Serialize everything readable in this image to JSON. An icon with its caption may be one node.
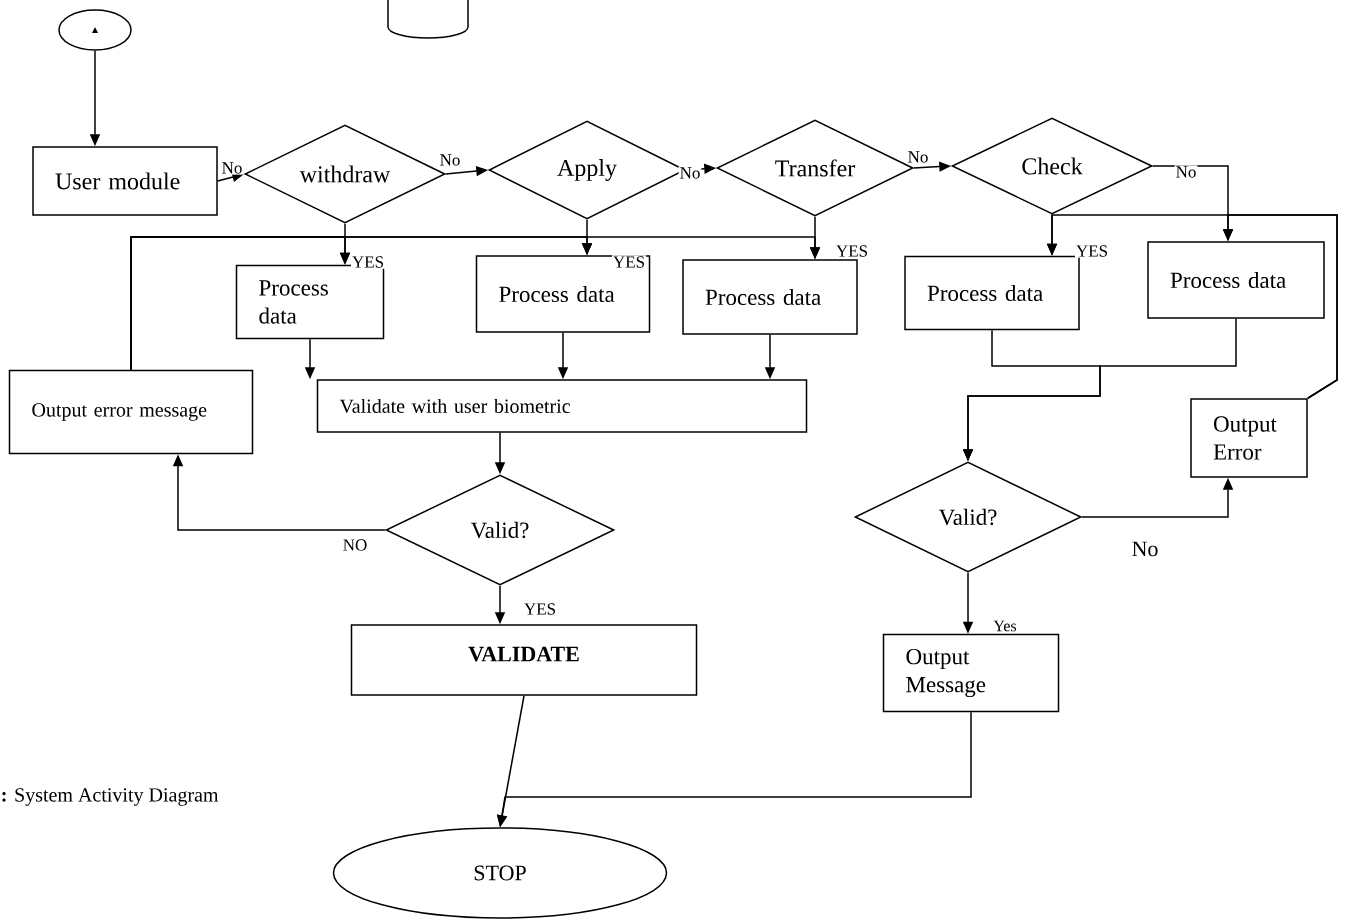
{
  "diagram": {
    "caption": "**:** System Activity Diagram",
    "nodes": [
      {
        "text": [],
        "shape": "circle"
      },
      {
        "text": [],
        "shape": "cylinder"
      },
      {
        "text": [
          "User module"
        ]
      },
      {
        "text": [
          "withdraw"
        ]
      },
      {
        "text": [
          "Apply"
        ]
      },
      {
        "text": [
          "Transfer"
        ]
      },
      {
        "text": [
          "Check"
        ]
      },
      {
        "text": [
          "Process data"
        ]
      },
      {
        "text": [
          "Process data"
        ]
      },
      {
        "text": [
          "Process data"
        ]
      },
      {
        "text": [
          "Process data"
        ]
      },
      {
        "text": [
          "Process data"
        ]
      },
      {
        "text": [
          "Output error message"
        ]
      },
      {
        "text": [
          "Validate with user biometric"
        ]
      },
      {
        "text": [
          "Valid?"
        ]
      },
      {
        "text": [
          "VALIDATE"
        ]
      },
      {
        "text": [
          "STOP"
        ]
      },
      {
        "text": [
          "Valid?"
        ]
      },
      {
        "text": [
          "Output Error"
        ]
      },
      {
        "text": [
          "Output Message"
        ]
      }
    ],
    "edges": [
      {
        "from": 0,
        "to": 2,
        "arrow": "to"
      },
      {
        "from": 2,
        "to": 3,
        "arrow": "to",
        "label": "No"
      },
      {
        "from": 3,
        "to": 4,
        "arrow": "to",
        "label": "No"
      },
      {
        "from": 4,
        "to": 5,
        "arrow": "to",
        "label": "No"
      },
      {
        "from": 5,
        "to": 6,
        "arrow": "to",
        "label": "No"
      },
      {
        "from": 6,
        "to": 11,
        "arrow": "to",
        "label": "No"
      },
      {
        "from": 3,
        "to": 7,
        "arrow": "to",
        "label": "YES"
      },
      {
        "from": 4,
        "to": 8,
        "arrow": "to",
        "label": "YES"
      },
      {
        "from": 5,
        "to": 9,
        "arrow": "to",
        "label": "YES"
      },
      {
        "from": 6,
        "to": 10,
        "arrow": "to",
        "label": "YES"
      },
      {
        "from": 7,
        "to": 13,
        "arrow": "to"
      },
      {
        "from": 8,
        "to": 13,
        "arrow": "to"
      },
      {
        "from": 9,
        "to": 13,
        "arrow": "to"
      },
      {
        "from": 10,
        "to": 17,
        "arrow": "to"
      },
      {
        "from": 11,
        "to": 17,
        "arrow": "to"
      },
      {
        "from": 13,
        "to": 14,
        "arrow": "to"
      },
      {
        "from": 14,
        "to": 12,
        "arrow": "to",
        "label": "NO"
      },
      {
        "from": 14,
        "to": 15,
        "arrow": "to",
        "label": "YES"
      },
      {
        "from": 15,
        "to": 16,
        "arrow": "to"
      },
      {
        "from": 17,
        "to": 18,
        "arrow": "to",
        "label": "No"
      },
      {
        "from": 17,
        "to": 19,
        "arrow": "to",
        "label": "Yes"
      },
      {
        "from": 18,
        "to": 10,
        "arrow": "to"
      },
      {
        "from": 18,
        "to": 11,
        "arrow": "to"
      },
      {
        "from": 12,
        "to": 7,
        "arrow": "to"
      },
      {
        "from": 12,
        "to": 8,
        "arrow": "to"
      },
      {
        "from": 12,
        "to": 9,
        "arrow": "to"
      },
      {
        "from": 19,
        "to": 16,
        "arrow": "to"
      }
    ]
  }
}
